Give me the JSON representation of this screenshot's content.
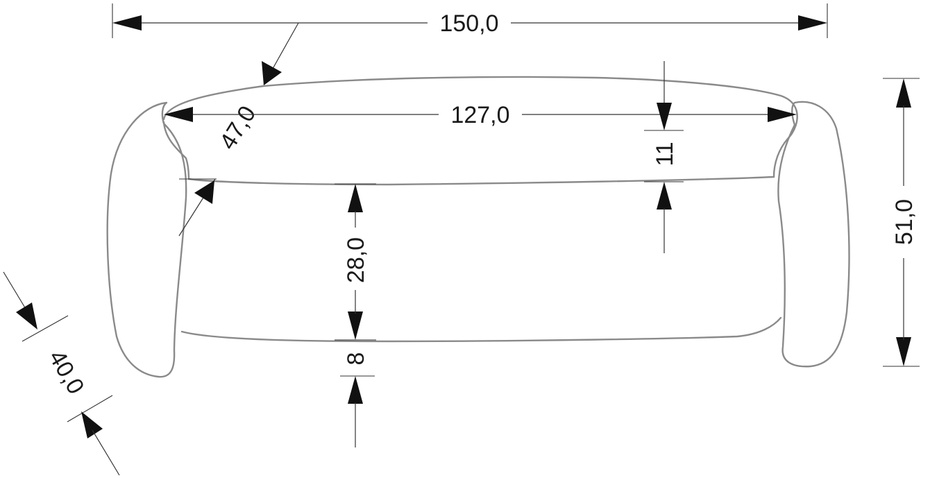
{
  "dimensions": {
    "overall_width": "150,0",
    "seat_width": "127,0",
    "overall_depth": "47,0",
    "backrest_height": "11",
    "seat_height": "28,0",
    "leg_clearance": "8",
    "overall_height": "51,0",
    "side_depth": "40,0"
  },
  "colors": {
    "outline": "#8a8a8a",
    "dimension_line": "#333333",
    "arrow": "#111111"
  }
}
